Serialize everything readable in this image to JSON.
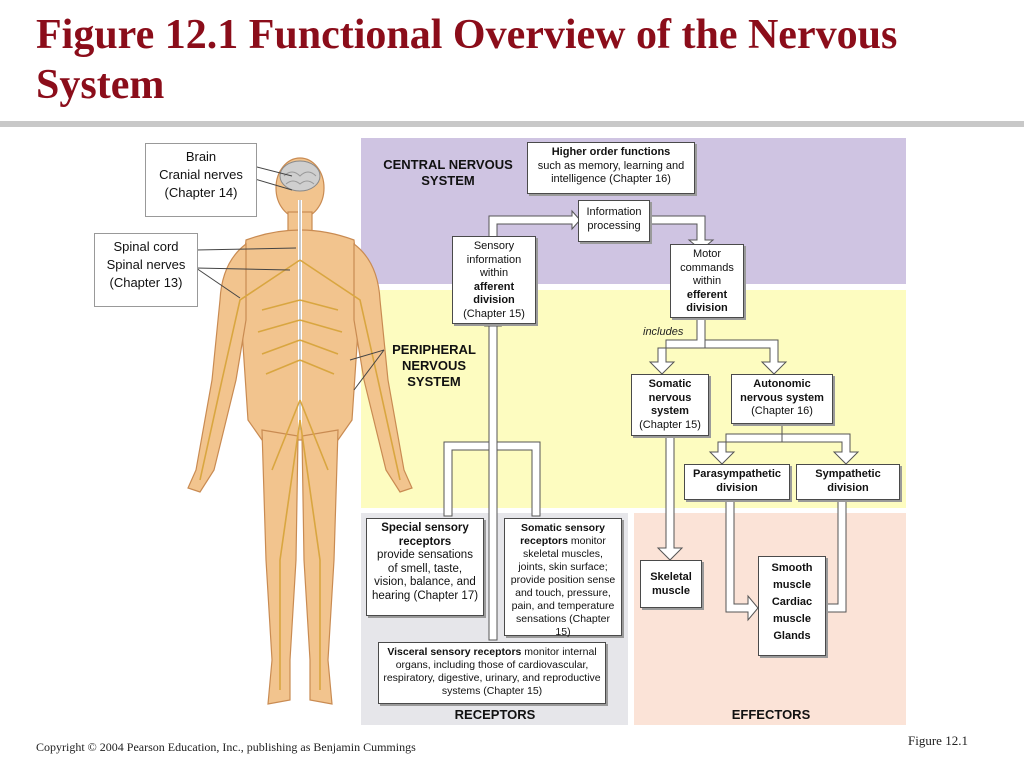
{
  "slide": {
    "title": "Figure 12.1  Functional Overview of the Nervous System",
    "copyright": "Copyright © 2004 Pearson Education, Inc., publishing as Benjamin Cummings",
    "figure_label": "Figure 12.1"
  },
  "colors": {
    "title": "#8b0d1a",
    "cns_panel": "#cfc4e2",
    "pns_panel": "#fdfcc0",
    "receptors_panel": "#e6e6ea",
    "effectors_panel": "#fbe3d7",
    "body_skin": "#f2c48e",
    "nerve": "#d9a640"
  },
  "callouts": {
    "brain_group": [
      "Brain",
      "Cranial nerves",
      "(Chapter 14)"
    ],
    "spinal_group": [
      "Spinal cord",
      "Spinal nerves",
      "(Chapter 13)"
    ]
  },
  "labels": {
    "cns": "CENTRAL NERVOUS SYSTEM",
    "pns": "PERIPHERAL NERVOUS SYSTEM",
    "receptors": "RECEPTORS",
    "effectors": "EFFECTORS",
    "includes": "includes"
  },
  "boxes": {
    "higher": {
      "bold": "Higher order functions",
      "rest": "such as memory, learning and intelligence (Chapter 16)"
    },
    "info": {
      "text": "Information processing"
    },
    "sensory": {
      "pre": "Sensory information within",
      "bold": "afferent division",
      "post": "(Chapter 15)"
    },
    "motor": {
      "pre": "Motor commands within",
      "bold": "efferent division"
    },
    "somatic_ns": {
      "bold": "Somatic nervous system",
      "post": "(Chapter 15)"
    },
    "autonomic": {
      "bold": "Autonomic nervous system",
      "post": "(Chapter 16)"
    },
    "parasym": {
      "bold": "Parasympathetic division"
    },
    "sympathetic": {
      "bold": "Sympathetic division"
    },
    "special": {
      "bold": "Special sensory receptors",
      "rest": "provide sensations of smell, taste, vision, balance, and hearing (Chapter 17)"
    },
    "somatic_rec": {
      "bold": "Somatic sensory receptors",
      "rest": "monitor skeletal muscles, joints, skin surface; provide position sense and touch, pressure, pain, and temperature sensations (Chapter 15)"
    },
    "visceral": {
      "bold": "Visceral sensory receptors",
      "rest": "monitor internal organs, including those of cardiovascular, respiratory, digestive, urinary, and reproductive systems (Chapter 15)"
    },
    "skeletal": {
      "bold": "Skeletal muscle"
    },
    "smooth_group": {
      "l1": "Smooth muscle",
      "l2": "Cardiac muscle",
      "l3": "Glands"
    }
  }
}
